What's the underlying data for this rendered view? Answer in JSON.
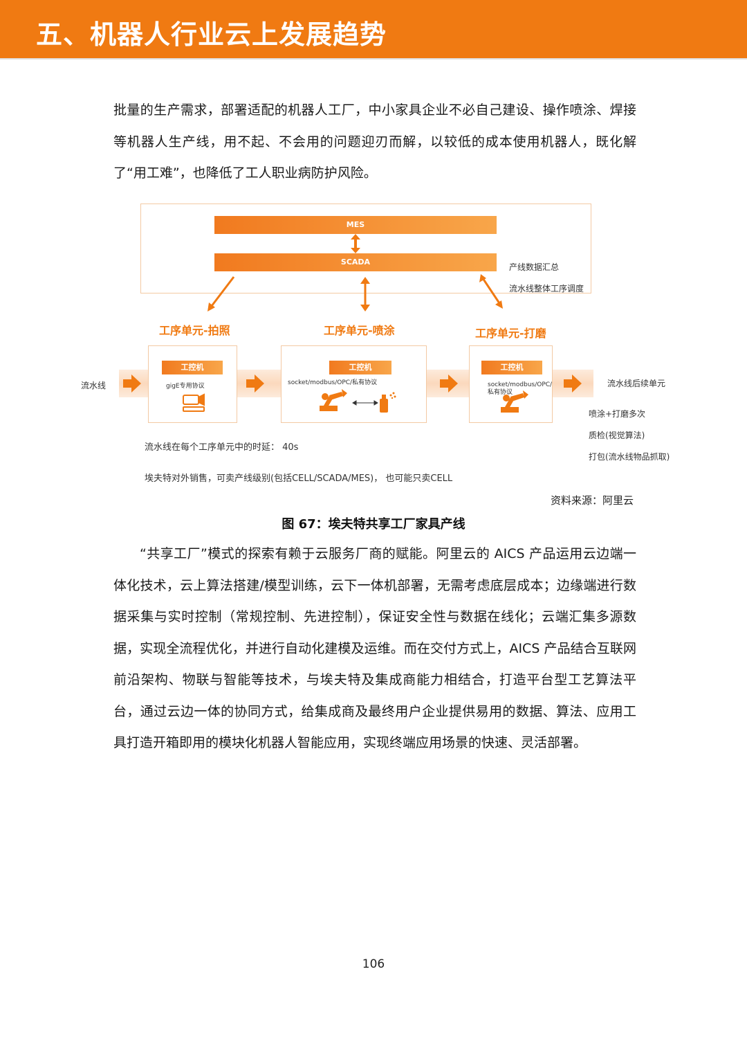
{
  "header": {
    "title": "五、机器人行业云上发展趋势"
  },
  "paragraph1": "批量的生产需求，部署适配的机器人工厂，中小家具企业不必自己建设、操作喷涂、焊接等机器人生产线，用不起、不会用的问题迎刃而解，以较低的成本使用机器人，既化解了“用工难”，也降低了工人职业病防护风险。",
  "diagram": {
    "mes_label": "MES",
    "scada_label": "SCADA",
    "side_notes": [
      "产线数据汇总",
      "流水线整体工序调度"
    ],
    "units": [
      {
        "title": "工序单元-拍照",
        "ipc": "工控机",
        "protocol": "gigE专用协议"
      },
      {
        "title": "工序单元-喷涂",
        "ipc": "工控机",
        "protocol": "socket/modbus/OPC/私有协议"
      },
      {
        "title": "工序单元-打磨",
        "ipc": "工控机",
        "protocol": "socket/modbus/OPC/私有协议"
      }
    ],
    "flow_start": "流水线",
    "flow_end": "流水线后续单元",
    "followups": [
      "喷涂+打磨多次",
      "质检(视觉算法)",
      "打包(流水线物品抓取)"
    ],
    "note1": "流水线在每个工序单元中的时延：  40s",
    "note2": "埃夫特对外销售，可卖产线级别(包括CELL/SCADA/MES)，  也可能只卖CELL"
  },
  "source": "资料来源：阿里云",
  "caption": "图 67：埃夫特共享工厂家具产线",
  "paragraph2": "“共享工厂”模式的探索有赖于云服务厂商的赋能。阿里云的 AICS 产品运用云边端一体化技术，云上算法搭建/模型训练，云下一体机部署，无需考虑底层成本；边缘端进行数据采集与实时控制（常规控制、先进控制），保证安全性与数据在线化；云端汇集多源数据，实现全流程优化，并进行自动化建模及运维。而在交付方式上，AICS 产品结合互联网前沿架构、物联与智能等技术，与埃夫特及集成商能力相结合，打造平台型工艺算法平台，通过云边一体的协同方式，给集成商及最终用户企业提供易用的数据、算法、应用工具打造开箱即用的模块化机器人智能应用，实现终端应用场景的快速、灵活部署。",
  "page_number": "106",
  "colors": {
    "accent": "#f07a12",
    "light_accent": "#fbd9bd"
  }
}
